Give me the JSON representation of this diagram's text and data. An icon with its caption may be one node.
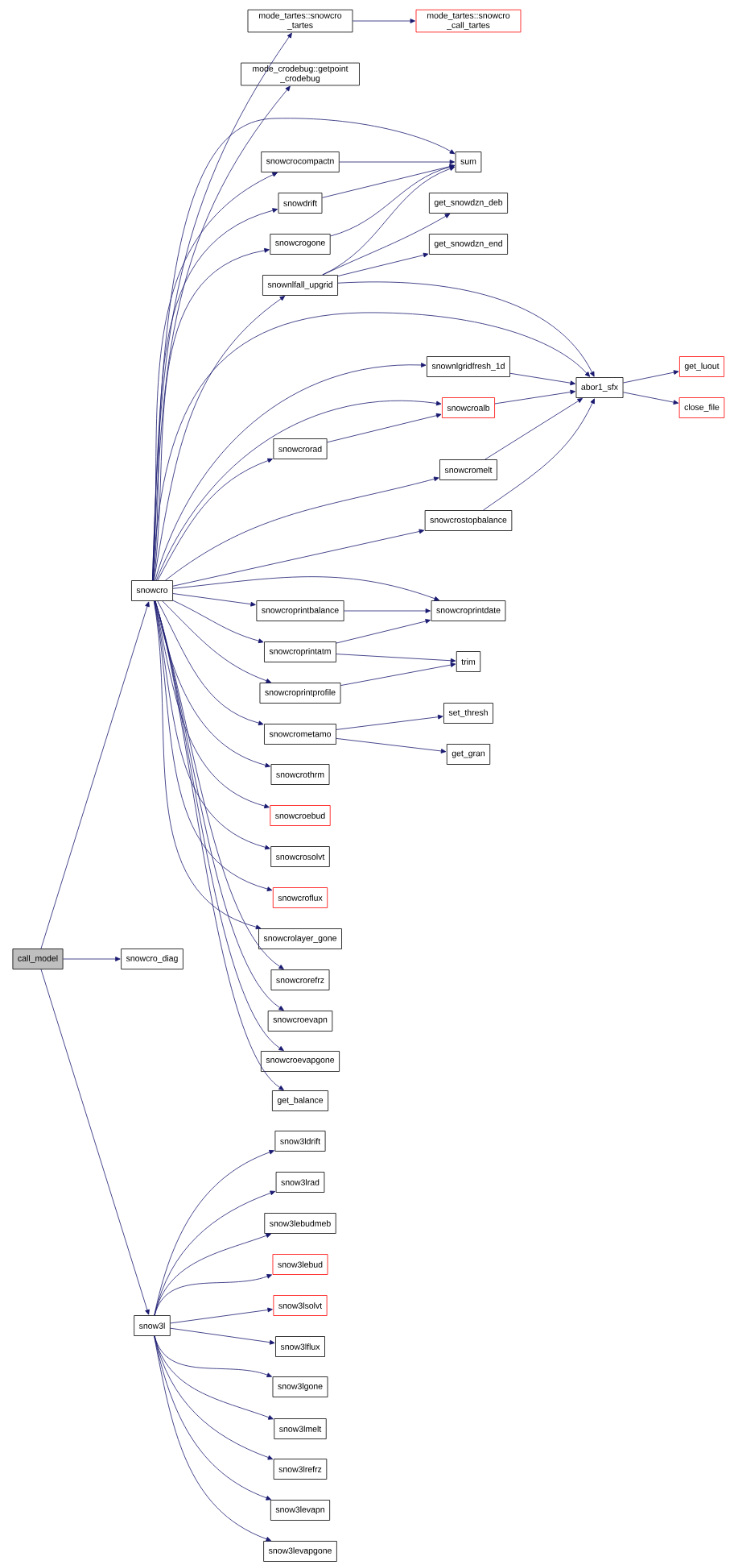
{
  "diagram": {
    "nodes": [
      {
        "text": [
          "call_model"
        ]
      },
      {
        "text": [
          "snowcro"
        ]
      },
      {
        "text": [
          "snowcro_diag"
        ]
      },
      {
        "text": [
          "snow3l"
        ]
      },
      {
        "text": [
          "mode_tartes::snowcro _tartes"
        ]
      },
      {
        "text": [
          "mode_tartes::snowcro _call_tartes"
        ]
      },
      {
        "text": [
          "mode_crodebug::getpoint _crodebug"
        ]
      },
      {
        "text": [
          "snowcrocompactn"
        ]
      },
      {
        "text": [
          "sum"
        ]
      },
      {
        "text": [
          "snowdrift"
        ]
      },
      {
        "text": [
          "get_snowdzn_deb"
        ]
      },
      {
        "text": [
          "snowcrogone"
        ]
      },
      {
        "text": [
          "get_snowdzn_end"
        ]
      },
      {
        "text": [
          "snownlfall_upgrid"
        ]
      },
      {
        "text": [
          "snownlgridfresh_1d"
        ]
      },
      {
        "text": [
          "abor1_sfx"
        ]
      },
      {
        "text": [
          "get_luout"
        ]
      },
      {
        "text": [
          "close_file"
        ]
      },
      {
        "text": [
          "snowcroalb"
        ]
      },
      {
        "text": [
          "snowcrorad"
        ]
      },
      {
        "text": [
          "snowcromelt"
        ]
      },
      {
        "text": [
          "snowcrostopbalance"
        ]
      },
      {
        "text": [
          "snowcroprintbalance"
        ]
      },
      {
        "text": [
          "snowcroprintdate"
        ]
      },
      {
        "text": [
          "snowcroprintatm"
        ]
      },
      {
        "text": [
          "trim"
        ]
      },
      {
        "text": [
          "snowcroprintprofile"
        ]
      },
      {
        "text": [
          "set_thresh"
        ]
      },
      {
        "text": [
          "snowcrometamo"
        ]
      },
      {
        "text": [
          "get_gran"
        ]
      },
      {
        "text": [
          "snowcrothrm"
        ]
      },
      {
        "text": [
          "snowcroebud"
        ]
      },
      {
        "text": [
          "snowcrosolvt"
        ]
      },
      {
        "text": [
          "snowcroflux"
        ]
      },
      {
        "text": [
          "snowcrolayer_gone"
        ]
      },
      {
        "text": [
          "snowcrorefrz"
        ]
      },
      {
        "text": [
          "snowcroevapn"
        ]
      },
      {
        "text": [
          "snowcroevapgone"
        ]
      },
      {
        "text": [
          "get_balance"
        ]
      },
      {
        "text": [
          "snow3ldrift"
        ]
      },
      {
        "text": [
          "snow3lrad"
        ]
      },
      {
        "text": [
          "snow3lebudmeb"
        ]
      },
      {
        "text": [
          "snow3lebud"
        ]
      },
      {
        "text": [
          "snow3lsolvt"
        ]
      },
      {
        "text": [
          "snow3lflux"
        ]
      },
      {
        "text": [
          "snow3lgone"
        ]
      },
      {
        "text": [
          "snow3lmelt"
        ]
      },
      {
        "text": [
          "snow3lrefrz"
        ]
      },
      {
        "text": [
          "snow3levapn"
        ]
      },
      {
        "text": [
          "snow3levapgone"
        ]
      }
    ],
    "edges": [
      {
        "from": 0,
        "to": 1,
        "arrow": "to"
      },
      {
        "from": 0,
        "to": 2,
        "arrow": "to"
      },
      {
        "from": 0,
        "to": 3,
        "arrow": "to"
      },
      {
        "from": 1,
        "to": 4,
        "arrow": "to"
      },
      {
        "from": 1,
        "to": 6,
        "arrow": "to"
      },
      {
        "from": 1,
        "to": 8,
        "arrow": "to"
      },
      {
        "from": 1,
        "to": 7,
        "arrow": "to"
      },
      {
        "from": 1,
        "to": 9,
        "arrow": "to"
      },
      {
        "from": 1,
        "to": 11,
        "arrow": "to"
      },
      {
        "from": 1,
        "to": 13,
        "arrow": "to"
      },
      {
        "from": 1,
        "to": 15,
        "arrow": "to"
      },
      {
        "from": 1,
        "to": 14,
        "arrow": "to"
      },
      {
        "from": 1,
        "to": 18,
        "arrow": "to"
      },
      {
        "from": 1,
        "to": 19,
        "arrow": "to"
      },
      {
        "from": 1,
        "to": 20,
        "arrow": "to"
      },
      {
        "from": 1,
        "to": 21,
        "arrow": "to"
      },
      {
        "from": 1,
        "to": 23,
        "arrow": "to"
      },
      {
        "from": 1,
        "to": 22,
        "arrow": "to"
      },
      {
        "from": 1,
        "to": 24,
        "arrow": "to"
      },
      {
        "from": 1,
        "to": 26,
        "arrow": "to"
      },
      {
        "from": 1,
        "to": 28,
        "arrow": "to"
      },
      {
        "from": 1,
        "to": 30,
        "arrow": "to"
      },
      {
        "from": 1,
        "to": 31,
        "arrow": "to"
      },
      {
        "from": 1,
        "to": 32,
        "arrow": "to"
      },
      {
        "from": 1,
        "to": 33,
        "arrow": "to"
      },
      {
        "from": 1,
        "to": 34,
        "arrow": "to"
      },
      {
        "from": 1,
        "to": 35,
        "arrow": "to"
      },
      {
        "from": 1,
        "to": 36,
        "arrow": "to"
      },
      {
        "from": 1,
        "to": 37,
        "arrow": "to"
      },
      {
        "from": 1,
        "to": 38,
        "arrow": "to"
      },
      {
        "from": 4,
        "to": 5,
        "arrow": "to"
      },
      {
        "from": 7,
        "to": 8,
        "arrow": "to"
      },
      {
        "from": 9,
        "to": 8,
        "arrow": "to"
      },
      {
        "from": 11,
        "to": 8,
        "arrow": "to"
      },
      {
        "from": 13,
        "to": 8,
        "arrow": "to"
      },
      {
        "from": 13,
        "to": 10,
        "arrow": "to"
      },
      {
        "from": 13,
        "to": 12,
        "arrow": "to"
      },
      {
        "from": 13,
        "to": 15,
        "arrow": "to"
      },
      {
        "from": 14,
        "to": 15,
        "arrow": "to"
      },
      {
        "from": 18,
        "to": 15,
        "arrow": "to"
      },
      {
        "from": 19,
        "to": 18,
        "arrow": "to"
      },
      {
        "from": 20,
        "to": 15,
        "arrow": "to"
      },
      {
        "from": 21,
        "to": 15,
        "arrow": "to"
      },
      {
        "from": 15,
        "to": 16,
        "arrow": "to"
      },
      {
        "from": 15,
        "to": 17,
        "arrow": "to"
      },
      {
        "from": 22,
        "to": 23,
        "arrow": "to"
      },
      {
        "from": 24,
        "to": 23,
        "arrow": "to"
      },
      {
        "from": 24,
        "to": 25,
        "arrow": "to"
      },
      {
        "from": 26,
        "to": 25,
        "arrow": "to"
      },
      {
        "from": 28,
        "to": 27,
        "arrow": "to"
      },
      {
        "from": 28,
        "to": 29,
        "arrow": "to"
      },
      {
        "from": 3,
        "to": 39,
        "arrow": "to"
      },
      {
        "from": 3,
        "to": 40,
        "arrow": "to"
      },
      {
        "from": 3,
        "to": 41,
        "arrow": "to"
      },
      {
        "from": 3,
        "to": 42,
        "arrow": "to"
      },
      {
        "from": 3,
        "to": 43,
        "arrow": "to"
      },
      {
        "from": 3,
        "to": 44,
        "arrow": "to"
      },
      {
        "from": 3,
        "to": 45,
        "arrow": "to"
      },
      {
        "from": 3,
        "to": 46,
        "arrow": "to"
      },
      {
        "from": 3,
        "to": 47,
        "arrow": "to"
      },
      {
        "from": 3,
        "to": 48,
        "arrow": "to"
      },
      {
        "from": 3,
        "to": 49,
        "arrow": "to"
      }
    ]
  }
}
